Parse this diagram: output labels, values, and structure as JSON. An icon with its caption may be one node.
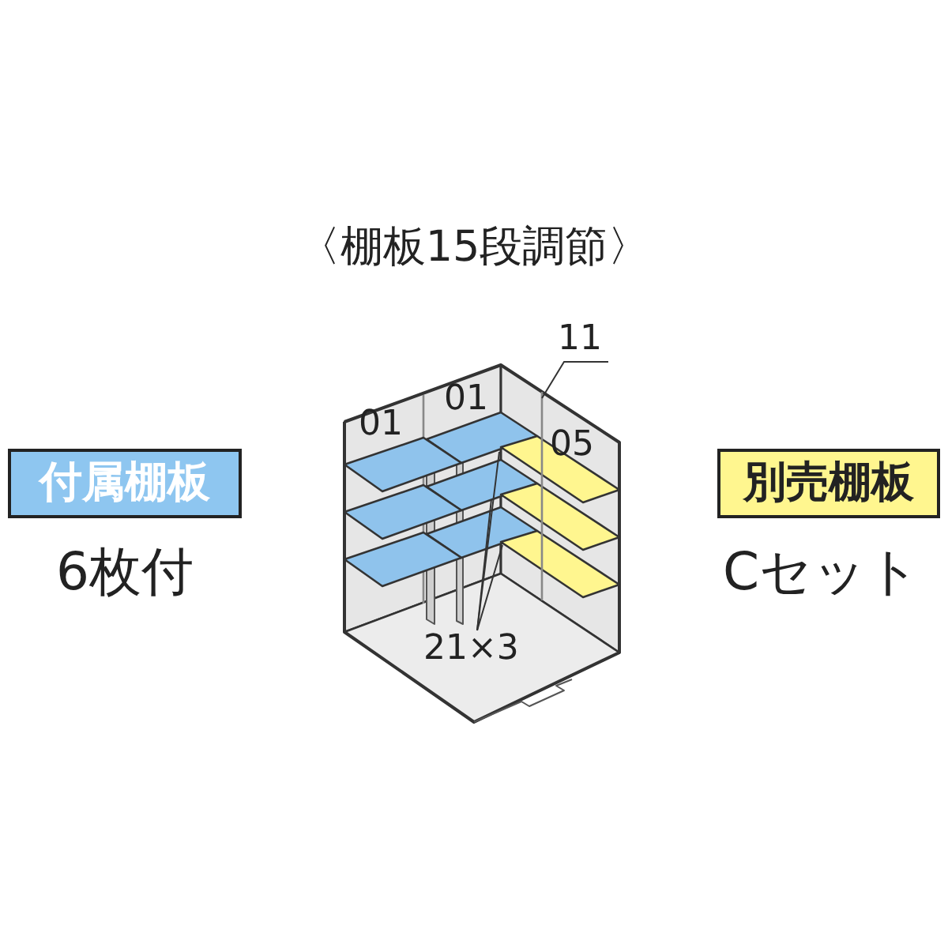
{
  "diagram": {
    "title": "〈棚板15段調節〉",
    "nodes": [
      {
        "text": [
          "付属棚板"
        ],
        "beside": [
          "6枚付"
        ]
      },
      {
        "text": [
          "11"
        ]
      },
      {
        "text": [
          "21×3"
        ]
      },
      {
        "text": [
          "別売棚板"
        ],
        "beside": [
          "Cセット"
        ]
      },
      {
        "text": [],
        "shape": "bar"
      }
    ],
    "edges": [
      {
        "from": 1,
        "to": 4,
        "arrow": "none"
      },
      {
        "from": 2,
        "to": null,
        "arrow": "none"
      },
      {
        "from": 2,
        "to": null,
        "arrow": "none"
      },
      {
        "from": 2,
        "to": null,
        "arrow": "none"
      }
    ],
    "labels": [
      "01",
      "01",
      "05"
    ]
  }
}
